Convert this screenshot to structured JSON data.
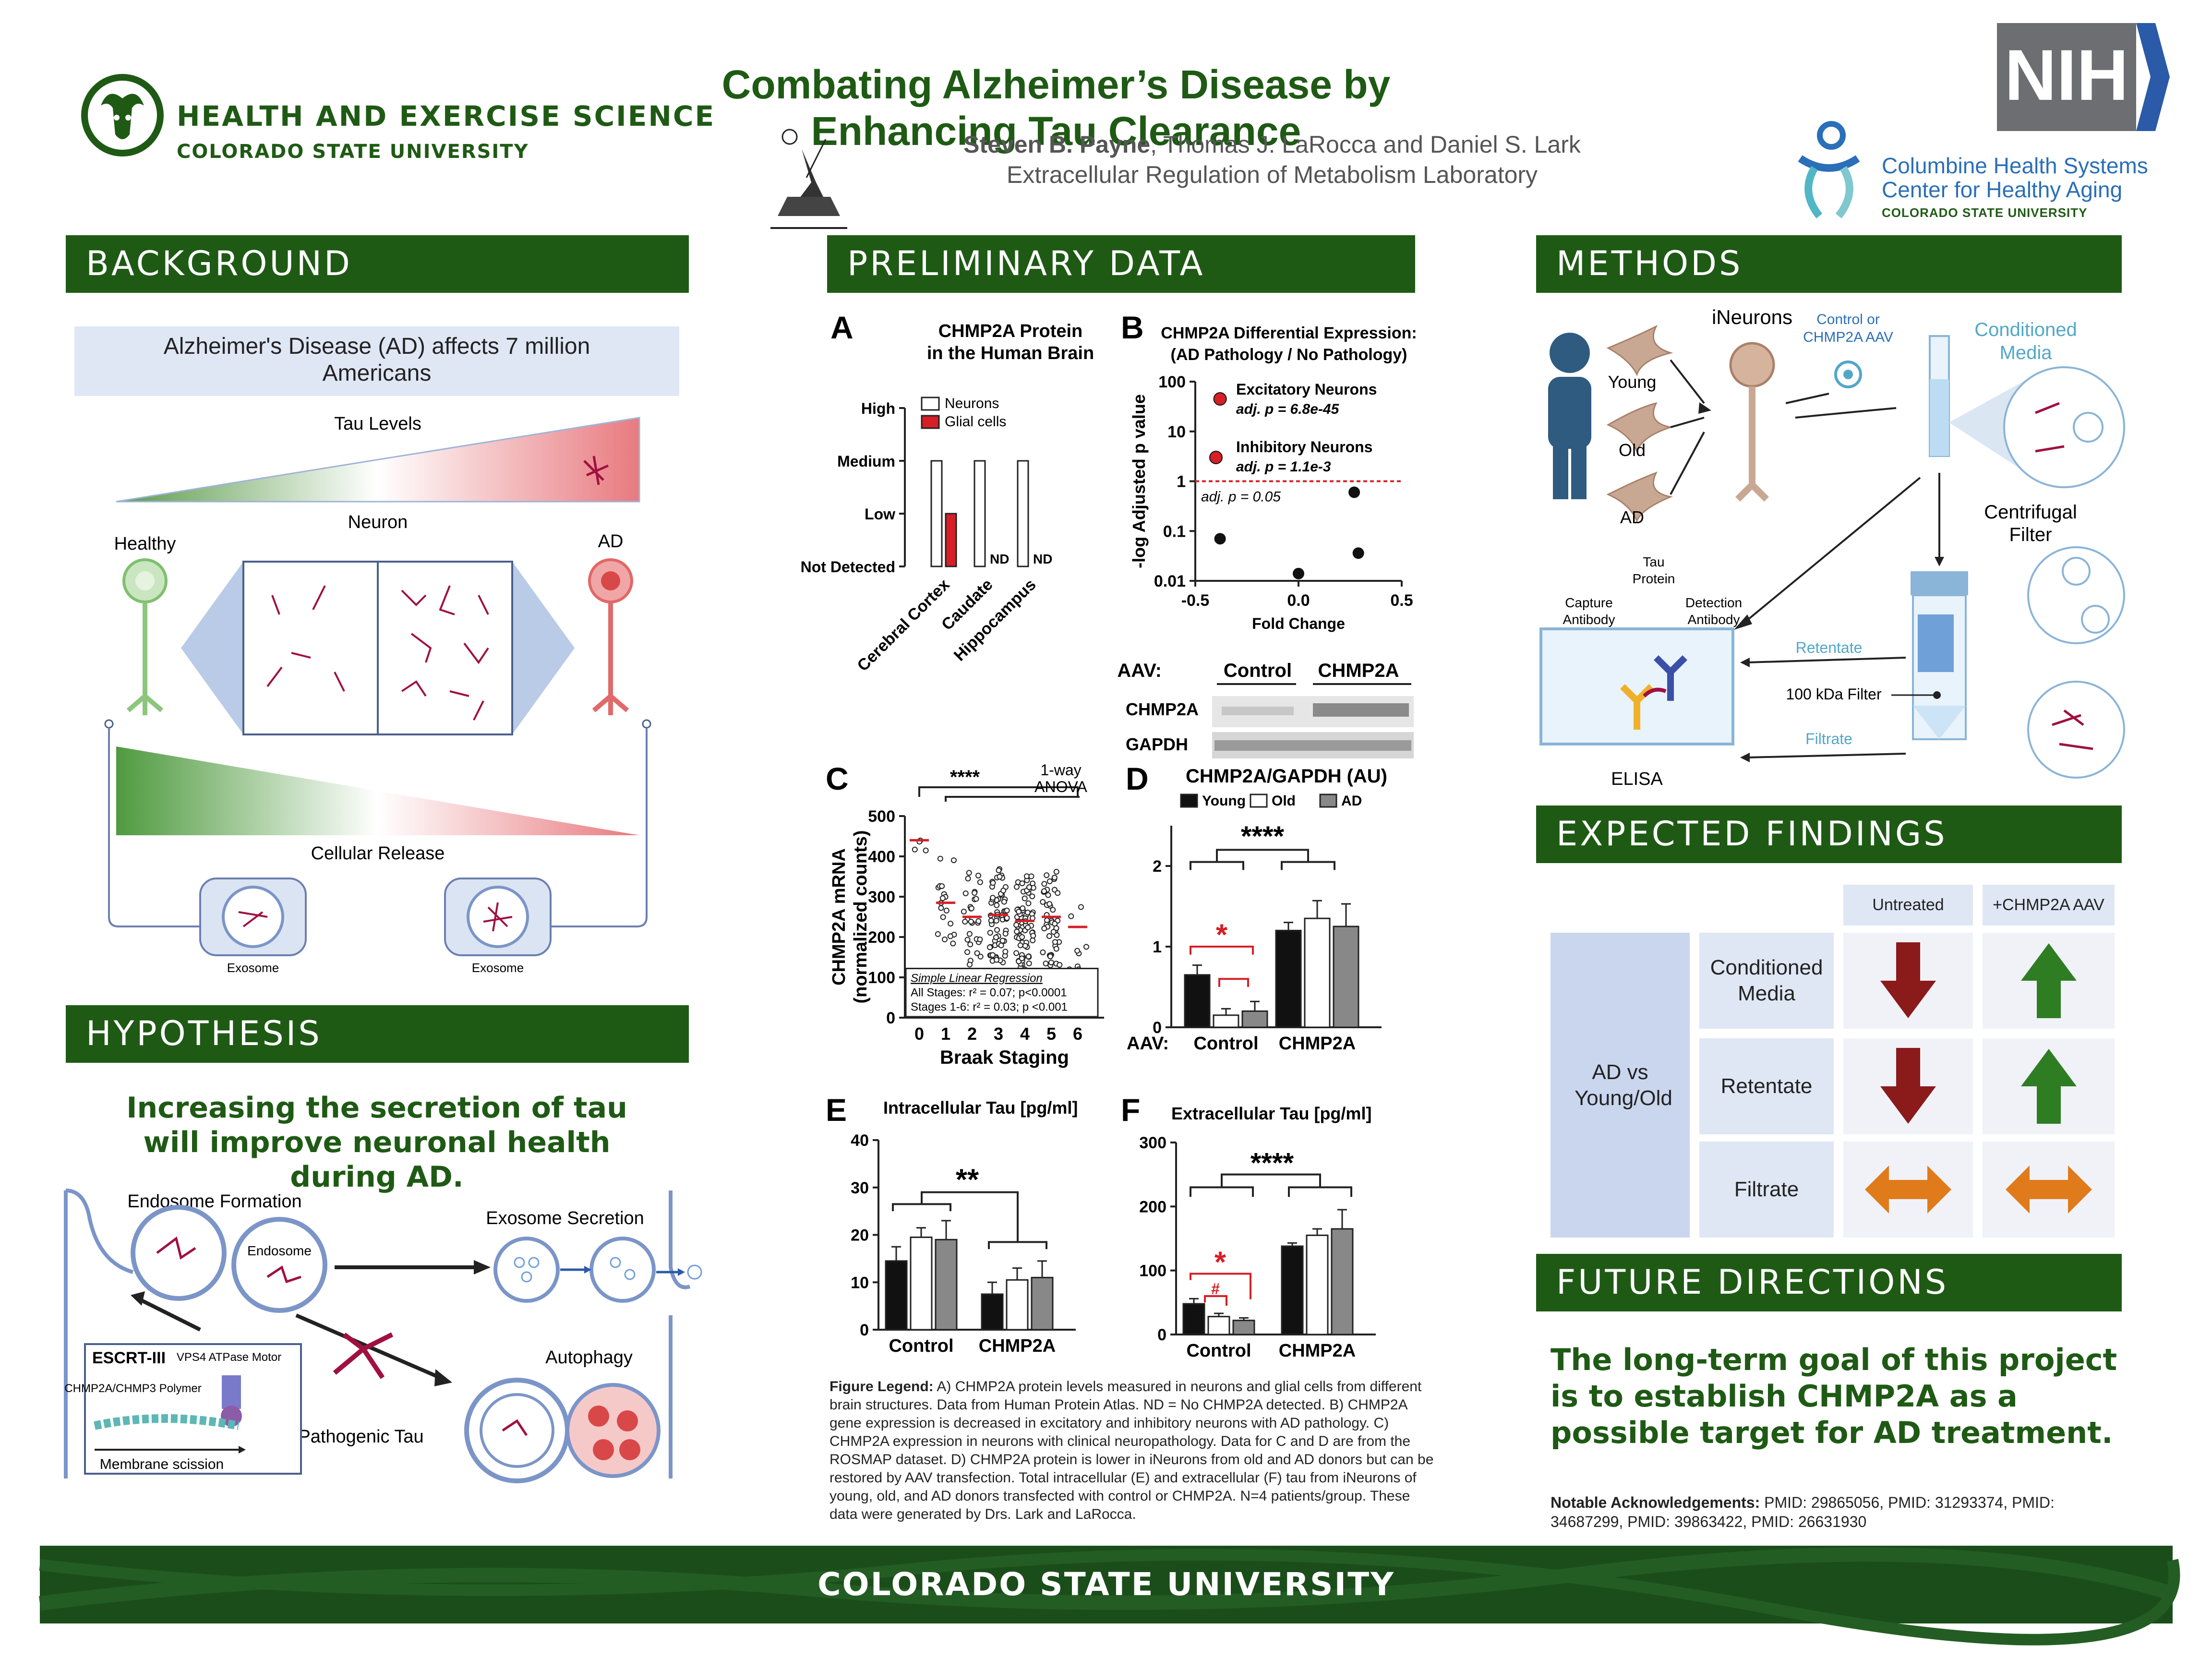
{
  "header": {
    "dept_title": "HEALTH AND EXERCISE SCIENCE",
    "dept_sub": "COLORADO STATE UNIVERSITY",
    "poster_title": "Combating Alzheimer’s Disease by Enhancing Tau Clearance",
    "author_lead": "Steven B. Payne",
    "author_rest": ", Thomas J. LaRocca and Daniel S. Lark",
    "lab": "Extracellular Regulation of Metabolism Laboratory",
    "nih": "NIH",
    "columbine_1": "Columbine Health Systems",
    "columbine_2": "Center for Healthy Aging",
    "columbine_3": "COLORADO STATE UNIVERSITY"
  },
  "sections": {
    "background": "BACKGROUND",
    "hypothesis": "HYPOTHESIS",
    "preliminary": "PRELIMINARY DATA",
    "methods": "METHODS",
    "expected": "EXPECTED FINDINGS",
    "future": "FUTURE DIRECTIONS"
  },
  "background": {
    "banner": "Alzheimer's Disease (AD) affects 7 million Americans",
    "tau_levels": "Tau Levels",
    "neuron": "Neuron",
    "healthy": "Healthy",
    "ad": "AD",
    "cellular_release": "Cellular Release",
    "exosome_1": "Exosome",
    "exosome_2": "Exosome"
  },
  "hypothesis": {
    "statement": "Increasing the secretion of tau will improve neuronal health during AD.",
    "endosome_formation": "Endosome Formation",
    "endosome": "Endosome",
    "exosome_secretion": "Exosome Secretion",
    "autophagy": "Autophagy",
    "escrt": "ESCRT-III",
    "vps4": "VPS4 ATPase Motor",
    "polymer": "CHMP2A/CHMP3 Polymer",
    "scission": "Membrane scission",
    "pathogenic_tau": "Pathogenic Tau"
  },
  "panels": {
    "A": {
      "letter": "A",
      "title": "CHMP2A Protein in the Human Brain",
      "levels": [
        "High",
        "Medium",
        "Low",
        "Not Detected"
      ],
      "legend": [
        "Neurons",
        "Glial cells"
      ],
      "nd": "ND"
    },
    "B": {
      "letter": "B",
      "title_1": "CHMP2A Differential Expression:",
      "title_2": "(AD Pathology / No Pathology)",
      "ylabel": "-log Adjusted p value",
      "xlabel": "Fold Change",
      "exc": "Excitatory Neurons",
      "exc_p": "adj. p = 6.8e-45",
      "inh": "Inhibitory Neurons",
      "inh_p": "adj. p = 1.1e-3",
      "thresh": "adj. p = 0.05",
      "y_ticks": [
        "100",
        "10",
        "1",
        "0.1",
        "0.01"
      ],
      "x_ticks": [
        "-0.5",
        "0.0",
        "0.5"
      ]
    },
    "blot": {
      "aav": "AAV:",
      "control": "Control",
      "chmp2a": "CHMP2A",
      "row1": "CHMP2A",
      "row2": "GAPDH"
    },
    "C": {
      "letter": "C",
      "ylabel_1": "CHMP2A mRNA",
      "ylabel_2": "(normalized counts)",
      "xlabel": "Braak Staging",
      "stars": "****",
      "anova_1": "1-way",
      "anova_2": "ANOVA",
      "reg_title": "Simple Linear Regression",
      "reg_1": "All Stages: r² = 0.07; p<0.0001",
      "reg_2": "Stages 1-6: r² = 0.03; p <0.001"
    },
    "D": {
      "letter": "D",
      "title": "CHMP2A/GAPDH (AU)",
      "stars": "****",
      "sig": "*",
      "aav": "AAV:"
    },
    "E": {
      "letter": "E",
      "title": "Intracellular Tau [pg/ml]",
      "stars": "**"
    },
    "F": {
      "letter": "F",
      "title": "Extracellular Tau [pg/ml]",
      "stars": "****",
      "sig": "*",
      "hash": "#"
    },
    "legend_groups": [
      "Young",
      "Old",
      "AD"
    ],
    "groups": [
      "Control",
      "CHMP2A"
    ]
  },
  "chart_data": [
    {
      "type": "bar",
      "panel": "A",
      "title": "CHMP2A Protein in the Human Brain",
      "categories": [
        "Cerebral Cortex",
        "Caudate",
        "Hippocampus"
      ],
      "y_levels": [
        "Not Detected",
        "Low",
        "Medium",
        "High"
      ],
      "series": [
        {
          "name": "Neurons",
          "values": [
            2,
            2,
            2
          ]
        },
        {
          "name": "Glial cells",
          "values": [
            1,
            0,
            0
          ]
        }
      ]
    },
    {
      "type": "scatter",
      "panel": "B",
      "xlabel": "Fold Change",
      "ylabel": "-log Adjusted p value",
      "xlim": [
        -0.5,
        0.5
      ],
      "ylim": [
        0.01,
        100
      ],
      "yscale": "log",
      "threshold": 1,
      "points": [
        {
          "x": -0.38,
          "y": 45,
          "highlight": true
        },
        {
          "x": -0.4,
          "y": 3,
          "highlight": true
        },
        {
          "x": -0.38,
          "y": 0.07,
          "highlight": false
        },
        {
          "x": 0.0,
          "y": 0.014,
          "highlight": false
        },
        {
          "x": 0.27,
          "y": 0.6,
          "highlight": false
        },
        {
          "x": 0.29,
          "y": 0.036,
          "highlight": false
        }
      ]
    },
    {
      "type": "scatter",
      "panel": "C",
      "xlabel": "Braak Staging",
      "ylabel": "CHMP2A mRNA (normalized counts)",
      "categories": [
        "0",
        "1",
        "2",
        "3",
        "4",
        "5",
        "6"
      ],
      "medians": [
        440,
        285,
        250,
        255,
        240,
        250,
        225
      ],
      "ylim": [
        0,
        500
      ]
    },
    {
      "type": "bar",
      "panel": "D",
      "title": "CHMP2A/GAPDH (AU)",
      "categories": [
        "Control",
        "CHMP2A"
      ],
      "ylim": [
        0,
        2.5
      ],
      "series": [
        {
          "name": "Young",
          "values": [
            0.65,
            1.2
          ],
          "err": [
            0.12,
            0.1
          ]
        },
        {
          "name": "Old",
          "values": [
            0.15,
            1.35
          ],
          "err": [
            0.08,
            0.22
          ]
        },
        {
          "name": "AD",
          "values": [
            0.2,
            1.25
          ],
          "err": [
            0.12,
            0.28
          ]
        }
      ]
    },
    {
      "type": "bar",
      "panel": "E",
      "title": "Intracellular Tau [pg/ml]",
      "categories": [
        "Control",
        "CHMP2A"
      ],
      "ylim": [
        0,
        40
      ],
      "series": [
        {
          "name": "Young",
          "values": [
            14.5,
            7.5
          ],
          "err": [
            3,
            2.5
          ]
        },
        {
          "name": "Old",
          "values": [
            19.5,
            10.5
          ],
          "err": [
            2,
            2.5
          ]
        },
        {
          "name": "AD",
          "values": [
            19,
            11
          ],
          "err": [
            4,
            3.5
          ]
        }
      ]
    },
    {
      "type": "bar",
      "panel": "F",
      "title": "Extracellular Tau [pg/ml]",
      "categories": [
        "Control",
        "CHMP2A"
      ],
      "ylim": [
        0,
        300
      ],
      "series": [
        {
          "name": "Young",
          "values": [
            48,
            138
          ],
          "err": [
            8,
            5
          ]
        },
        {
          "name": "Old",
          "values": [
            28,
            155
          ],
          "err": [
            5,
            10
          ]
        },
        {
          "name": "AD",
          "values": [
            22,
            165
          ],
          "err": [
            4,
            30
          ]
        }
      ]
    }
  ],
  "figure_legend": {
    "lead": "Figure Legend:",
    "text": "A) CHMP2A protein levels measured in neurons and glial cells from different brain structures. Data from Human Protein Atlas. ND = No CHMP2A detected. B) CHMP2A gene expression is decreased in excitatory and inhibitory neurons with AD pathology. C) CHMP2A expression in neurons with clinical neuropathology. Data for C and D are from the ROSMAP dataset. D) CHMP2A protein is lower in iNeurons from old and AD donors but can be restored by AAV transfection. Total intracellular (E) and extracellular (F) tau from iNeurons of young, old, and AD donors transfected with control or CHMP2A. N=4 patients/group. These data were generated by Drs. Lark and LaRocca."
  },
  "methods": {
    "ineurons": "iNeurons",
    "control_aav_1": "Control or",
    "control_aav_2": "CHMP2A AAV",
    "conditioned_1": "Conditioned",
    "conditioned_2": "Media",
    "young": "Young",
    "old": "Old",
    "ad": "AD",
    "centrifugal_1": "Centrifugal",
    "centrifugal_2": "Filter",
    "capture_1": "Capture",
    "capture_2": "Antibody",
    "tau_1": "Tau",
    "tau_2": "Protein",
    "detect_1": "Detection",
    "detect_2": "Antibody",
    "retentate": "Retentate",
    "filter": "100 kDa Filter",
    "filtrate": "Filtrate",
    "elisa": "ELISA"
  },
  "expected": {
    "col_untreated": "Untreated",
    "col_aav": "+CHMP2A AAV",
    "row_group": "AD vs Young/Old",
    "rows": [
      "Conditioned Media",
      "Retentate",
      "Filtrate"
    ],
    "colors": {
      "down": "#8b1a1a",
      "up": "#2e7d23",
      "flat": "#e07b1c"
    }
  },
  "future": {
    "statement": "The long-term goal of this project is to establish CHMP2A as a possible target for AD treatment."
  },
  "ack": {
    "lead": "Notable Acknowledgements:",
    "text": "PMID: 29865056, PMID: 31293374, PMID: 34687299, PMID: 39863422, PMID: 26631930"
  },
  "footer": {
    "text": "COLORADO STATE UNIVERSITY"
  },
  "colors": {
    "brand_green": "#1f5a15",
    "footer_green": "#1b4d1b",
    "red": "#d61f26",
    "banner_blue": "#dfe7f5"
  }
}
